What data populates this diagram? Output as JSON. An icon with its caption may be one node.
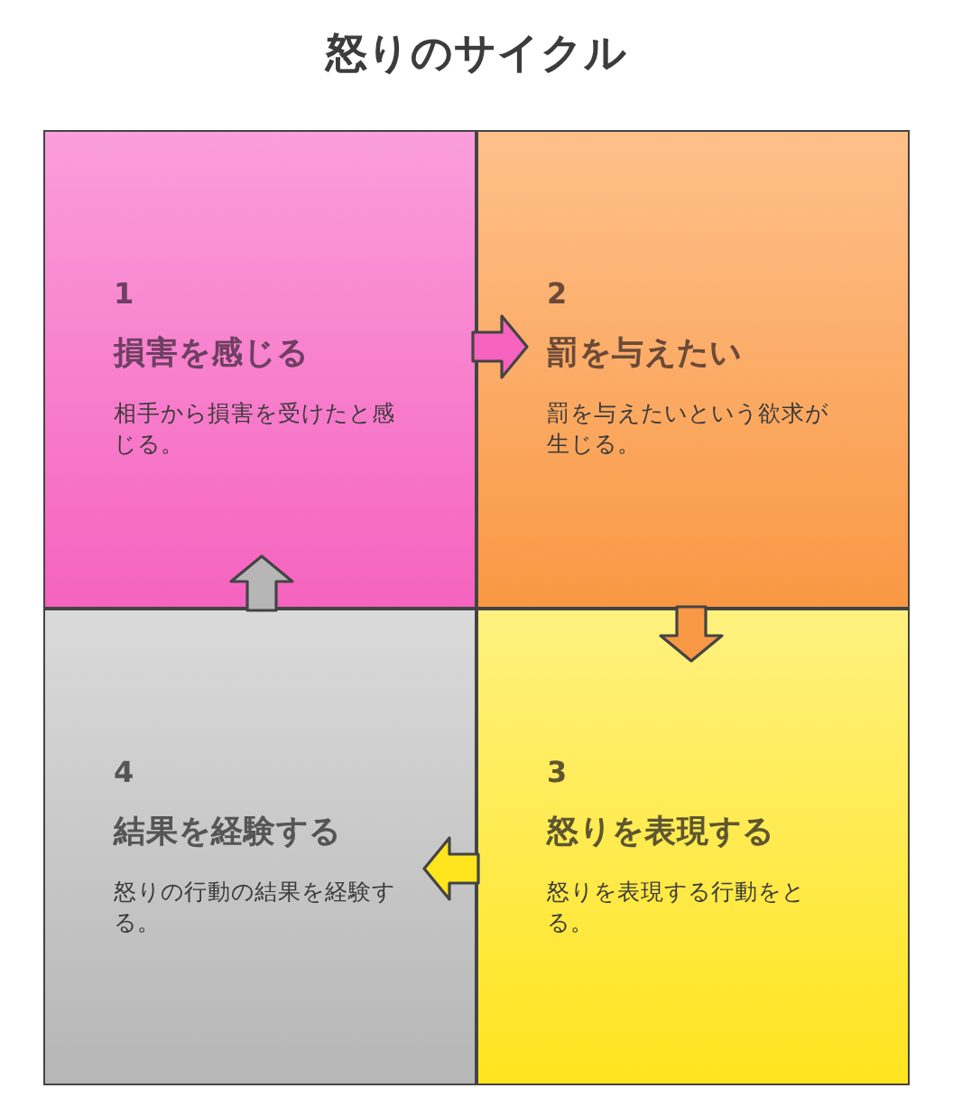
{
  "diagram": {
    "title": "怒りのサイクル",
    "nodes": [
      {
        "text": [
          "1",
          "損害を感じる",
          "相手から損害を受けたと感じる。"
        ]
      },
      {
        "text": [
          "2",
          "罰を与えたい",
          "罰を与えたいという欲求が生じる。"
        ]
      },
      {
        "text": [
          "3",
          "怒りを表現する",
          "怒りを表現する行動をとる。"
        ]
      },
      {
        "text": [
          "4",
          "結果を経験する",
          "怒りの行動の結果を経験する。"
        ]
      }
    ],
    "edges": [
      {
        "from": 0,
        "to": 1,
        "arrow": "to"
      },
      {
        "from": 1,
        "to": 2,
        "arrow": "to"
      },
      {
        "from": 2,
        "to": 3,
        "arrow": "to"
      },
      {
        "from": 3,
        "to": 0,
        "arrow": "to"
      }
    ]
  }
}
